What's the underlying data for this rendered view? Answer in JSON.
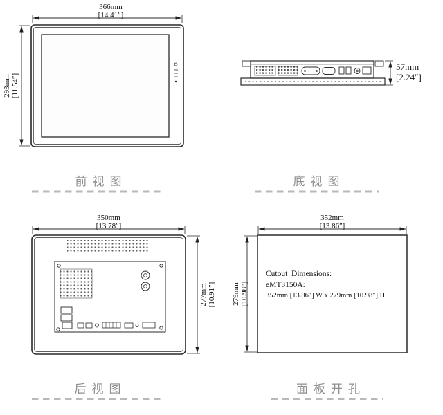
{
  "views": {
    "front": {
      "label": "前视图",
      "width_mm": "366mm",
      "width_in": "[14.41″]",
      "height_mm": "293mm",
      "height_in": "[11.54″]"
    },
    "bottom": {
      "label": "底视图",
      "depth_mm": "57mm",
      "depth_in": "[2.24″]"
    },
    "rear": {
      "label": "后视图",
      "width_mm": "350mm",
      "width_in": "[13.78″]",
      "height_mm": "277mm",
      "height_in": "[10.91″]"
    },
    "cutout": {
      "label": "面板开孔",
      "width_mm": "352mm",
      "width_in": "[13.86″]",
      "height_mm": "279mm",
      "height_in": "[10.98″]",
      "note_title": "Cutout  Dimensions:",
      "note_model": "eMT3150A:",
      "note_size": "352mm [13.86″] W x 279mm [10.98″] H"
    }
  }
}
